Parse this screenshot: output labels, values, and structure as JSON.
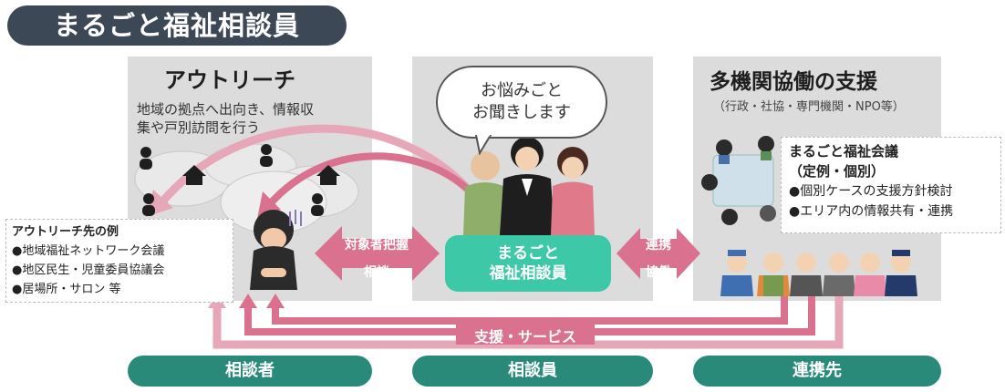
{
  "title": "まるごと福祉相談員",
  "outreach": {
    "heading": "アウトリーチ",
    "desc": [
      "地域の拠点へ出向き、情報収",
      "集や戸別訪問を行う"
    ],
    "examples_title": "アウトリーチ先の例",
    "examples": [
      "●地域福祉ネットワーク会議",
      "●地区民生・児童委員協議会",
      "●居場所・サロン 等"
    ]
  },
  "center": {
    "bubble": [
      "お悩みごと",
      "お聞きします"
    ],
    "counselor_label": [
      "まるごと",
      "福祉相談員"
    ]
  },
  "multi": {
    "heading": "多機関協働の支援",
    "subheading": "（行政・社協・専門機関・NPO等）",
    "meeting_title": "まるごと福祉会議",
    "meeting_sub": "（定例・個別）",
    "meeting_items": [
      "●個別ケースの支援方針検討",
      "●エリア内の情報共有・連携"
    ]
  },
  "arrows": {
    "left_top": "対象者把握",
    "left_bottom": "相談",
    "right_top": "連携",
    "right_bottom": "協働",
    "bottom": "支援・サービス"
  },
  "footer": [
    "相談者",
    "相談員",
    "連携先"
  ],
  "colors": {
    "pink": "#d9718f",
    "green": "#3dc8a8",
    "teal": "#2a8a7a",
    "navy": "#3d4856"
  }
}
